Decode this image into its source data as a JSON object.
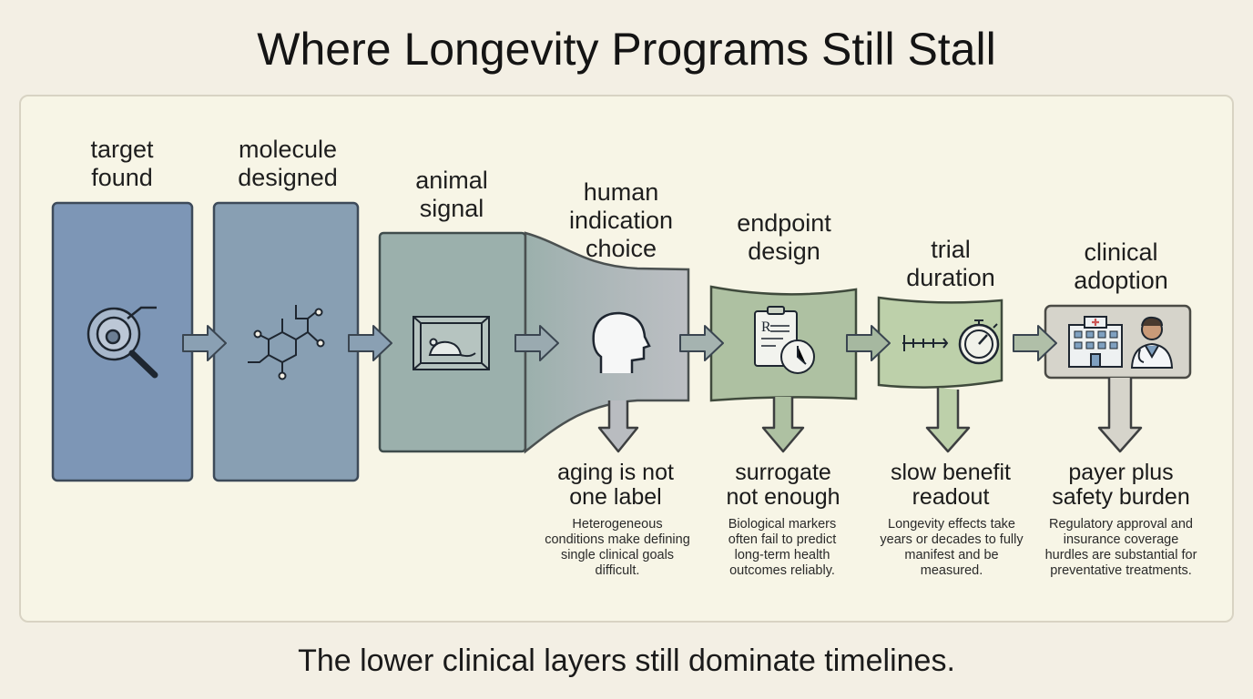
{
  "title": "Where Longevity Programs Still Stall",
  "stages": [
    {
      "label": "target found",
      "icon": "magnifier-target-icon",
      "color": "#7d96b6"
    },
    {
      "label": "molecule designed",
      "icon": "molecule-structure-icon",
      "color": "#889fb3"
    },
    {
      "label": "animal signal",
      "icon": "mouse-cage-icon",
      "color": "#9bb0ac"
    },
    {
      "label": "human indication choice",
      "icon": "human-head-icon",
      "color": "#b9bcc0"
    },
    {
      "label": "endpoint design",
      "icon": "clipboard-clock-icon",
      "color": "#aec1a2"
    },
    {
      "label": "trial duration",
      "icon": "stopwatch-timeline-icon",
      "color": "#bdd0aa"
    },
    {
      "label": "clinical adoption",
      "icon": "hospital-doctor-icon",
      "color": "#d6d4cb"
    }
  ],
  "bottlenecks": [
    {
      "title": "aging is not one label",
      "description": "Heterogeneous conditions make defining single clinical goals difficult."
    },
    {
      "title": "surrogate not enough",
      "description": "Biological markers often fail to predict long-term health outcomes reliably."
    },
    {
      "title": "slow benefit readout",
      "description": "Longevity effects take years or decades to fully manifest and be measured."
    },
    {
      "title": "payer plus safety burden",
      "description": "Regulatory approval and insurance coverage hurdles are substantial for preventative treatments."
    }
  ],
  "footer": "The lower clinical layers still dominate timelines."
}
